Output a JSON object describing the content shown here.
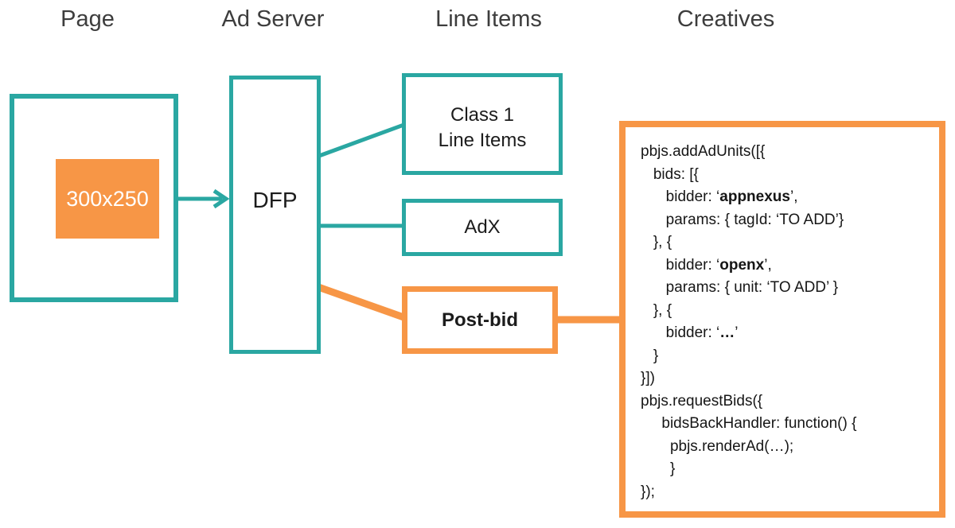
{
  "colors": {
    "teal": "#2aa7a2",
    "orange": "#f79646",
    "header_text": "#3d3d3d",
    "box_text": "#1c1c1c"
  },
  "headers": [
    {
      "label": "Page"
    },
    {
      "label": "Ad Server"
    },
    {
      "label": "Line Items"
    },
    {
      "label": "Creatives"
    }
  ],
  "page": {
    "ad_slot_label": "300x250"
  },
  "ad_server": {
    "label": "DFP"
  },
  "line_items": {
    "class1": {
      "label_line1": "Class 1",
      "label_line2": "Line Items"
    },
    "adx": {
      "label": "AdX"
    },
    "postbid": {
      "label": "Post-bid"
    }
  },
  "creatives": {
    "code_lines": [
      [
        {
          "t": "pbjs.addAdUnits([{"
        }
      ],
      [
        {
          "t": "   bids: [{"
        }
      ],
      [
        {
          "t": "      bidder: ‘"
        },
        {
          "t": "appnexus",
          "b": true
        },
        {
          "t": "’,"
        }
      ],
      [
        {
          "t": "      params: { tagId: ‘TO ADD’}"
        }
      ],
      [
        {
          "t": "   }, {"
        }
      ],
      [
        {
          "t": "      bidder: ‘"
        },
        {
          "t": "openx",
          "b": true
        },
        {
          "t": "’,"
        }
      ],
      [
        {
          "t": "      params: { unit: ‘TO ADD’ }"
        }
      ],
      [
        {
          "t": "   }, {"
        }
      ],
      [
        {
          "t": "      bidder: ‘"
        },
        {
          "t": "…",
          "b": true
        },
        {
          "t": "’"
        }
      ],
      [
        {
          "t": "   }"
        }
      ],
      [
        {
          "t": "}])"
        }
      ],
      [
        {
          "t": "pbjs.requestBids({"
        }
      ],
      [
        {
          "t": "     bidsBackHandler: function() {"
        }
      ],
      [
        {
          "t": "       pbjs.renderAd(…);"
        }
      ],
      [
        {
          "t": "       }"
        }
      ],
      [
        {
          "t": "});"
        }
      ]
    ]
  }
}
